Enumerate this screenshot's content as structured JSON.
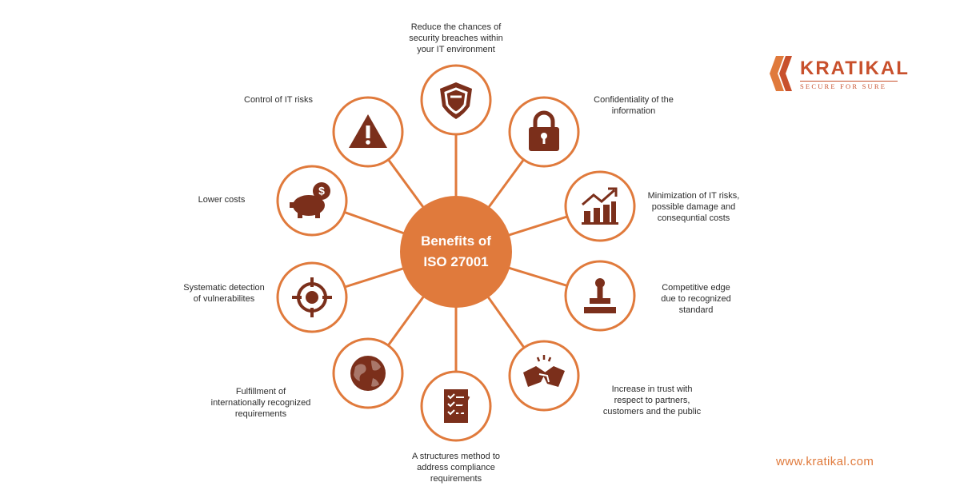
{
  "center": {
    "title": "Benefits of\nISO 27001"
  },
  "benefits": [
    {
      "label": "Reduce the chances of\nsecurity breaches within\nyour IT environment",
      "icon": "shield-icon"
    },
    {
      "label": "Confidentiality of the\ninformation",
      "icon": "lock-icon"
    },
    {
      "label": "Minimization of IT risks,\npossible damage and\nconsequntial costs",
      "icon": "growth-chart-icon"
    },
    {
      "label": "Competitive edge\ndue to recognized\nstandard",
      "icon": "stamp-icon"
    },
    {
      "label": "Increase in trust with\nrespect to partners,\ncustomers and the public",
      "icon": "handshake-icon"
    },
    {
      "label": "A structures method to\naddress compliance\nrequirements",
      "icon": "checklist-icon"
    },
    {
      "label": "Fulfillment of\ninternationally recognized\nrequirements",
      "icon": "globe-icon"
    },
    {
      "label": "Systematic detection\nof vulnerabilites",
      "icon": "target-icon"
    },
    {
      "label": "Lower costs",
      "icon": "piggy-bank-icon"
    },
    {
      "label": "Control of IT risks",
      "icon": "warning-icon"
    }
  ],
  "brand": {
    "name": "KRATIKAL",
    "tagline": "SECURE FOR SURE"
  },
  "website": "www.kratikal.com",
  "colors": {
    "accent": "#e07a3c",
    "icon": "#7b2f1b",
    "logo": "#c8502c",
    "text": "#2b2b2b"
  }
}
